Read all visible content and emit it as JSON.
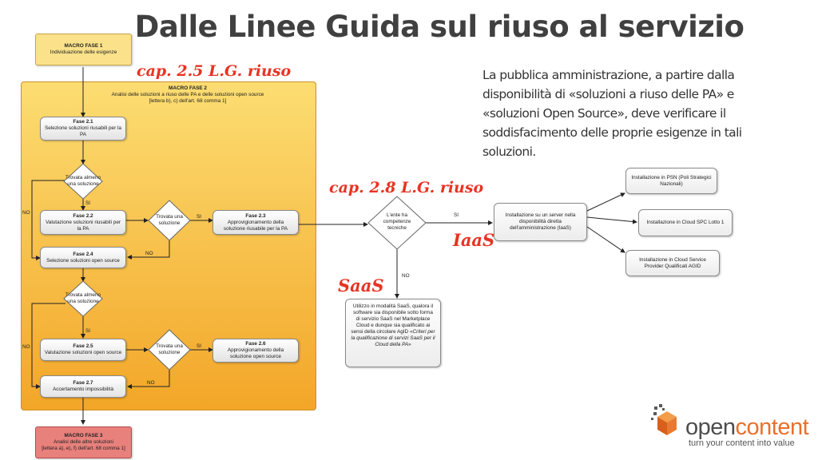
{
  "title": "Dalle Linee Guida sul riuso al servizio",
  "intro": "La pubblica amministrazione, a partire dalla disponibilità di «soluzioni a riuso delle PA» e «soluzioni Open Source», deve verificare il soddisfacimento delle proprie esigenze in tali soluzioni.",
  "annotations": {
    "cap25": "cap. 2.5 L.G. riuso",
    "cap28": "cap. 2.8 L.G. riuso",
    "iaas": "IaaS",
    "saas": "SaaS"
  },
  "flow": {
    "macro1": {
      "heading": "MACRO FASE 1",
      "text": "Individuazione delle esigenze"
    },
    "macro2": {
      "heading": "MACRO FASE 2",
      "line1": "Analisi delle soluzioni a riuso delle PA e delle soluzioni open source",
      "line2": "[lettera b), c) dell'art. 68 comma 1]"
    },
    "f21": {
      "heading": "Fase 2.1",
      "text": "Selezione soluzioni riusabili per la PA"
    },
    "d1": {
      "line1": "Trovata almeno",
      "line2": "una soluzione"
    },
    "f22": {
      "heading": "Fase 2.2",
      "text": "Valutazione soluzioni riusabili per la PA"
    },
    "d2": {
      "line1": "Trovata una",
      "line2": "soluzione"
    },
    "f23": {
      "heading": "Fase 2.3",
      "text": "Approvigionamento della soluzione riusabile per la PA"
    },
    "f24": {
      "heading": "Fase 2.4",
      "text": "Selezione soluzioni open source"
    },
    "d3": {
      "line1": "Trovata almeno",
      "line2": "una soluzione"
    },
    "f25": {
      "heading": "Fase 2.5",
      "text": "Valutazione soluzioni open source"
    },
    "d4": {
      "line1": "Trovata una",
      "line2": "soluzione"
    },
    "f26": {
      "heading": "Fase 2.6",
      "text": "Approvigionamento della soluzione open source"
    },
    "f27": {
      "heading": "Fase 2.7",
      "text": "Accertamento impossibilità"
    },
    "macro3": {
      "heading": "MACRO FASE 3",
      "line1": "Analisi delle altre soluzioni",
      "line2": "[lettera a), e), f) dell'art. 68 comma 1]"
    },
    "si": "SI",
    "no": "NO"
  },
  "service": {
    "decision": {
      "line1": "L'ente ha",
      "line2": "competenze",
      "line3": "tecniche"
    },
    "si": "SI",
    "no": "NO",
    "install": "Installazione su un server nella disponibilità diretta dell'amministrazione (IaaS)",
    "psn": "Installazione in PSN (Poli Strategici Nazionali)",
    "spc": "Installazione in Cloud SPC Lotto 1",
    "csp": "Installazione in Cloud Service Provider Qualificati AGID",
    "saas_l1": "Utilizzo in modalità SaaS, qualora il software sia disponibile sotto forma di servizio SaaS nel Marketplace Cloud e dunque sia qualificato ai sensi della circolare AgID «",
    "saas_italic": "Criteri per la qualificazione di servizi SaaS per il Cloud della PA",
    "saas_l2": "»"
  },
  "logo": {
    "brand_open": "open",
    "brand_content": "content",
    "tagline": "turn your content into value",
    "colors": {
      "orange": "#e8702a",
      "gray": "#4d4d4d"
    }
  },
  "colors": {
    "macro1": "#fbe28a",
    "macro2_top": "#fcdb6c",
    "macro2_bottom": "#f2a024",
    "macro3": "#e57373",
    "annotation": "#e83323"
  }
}
